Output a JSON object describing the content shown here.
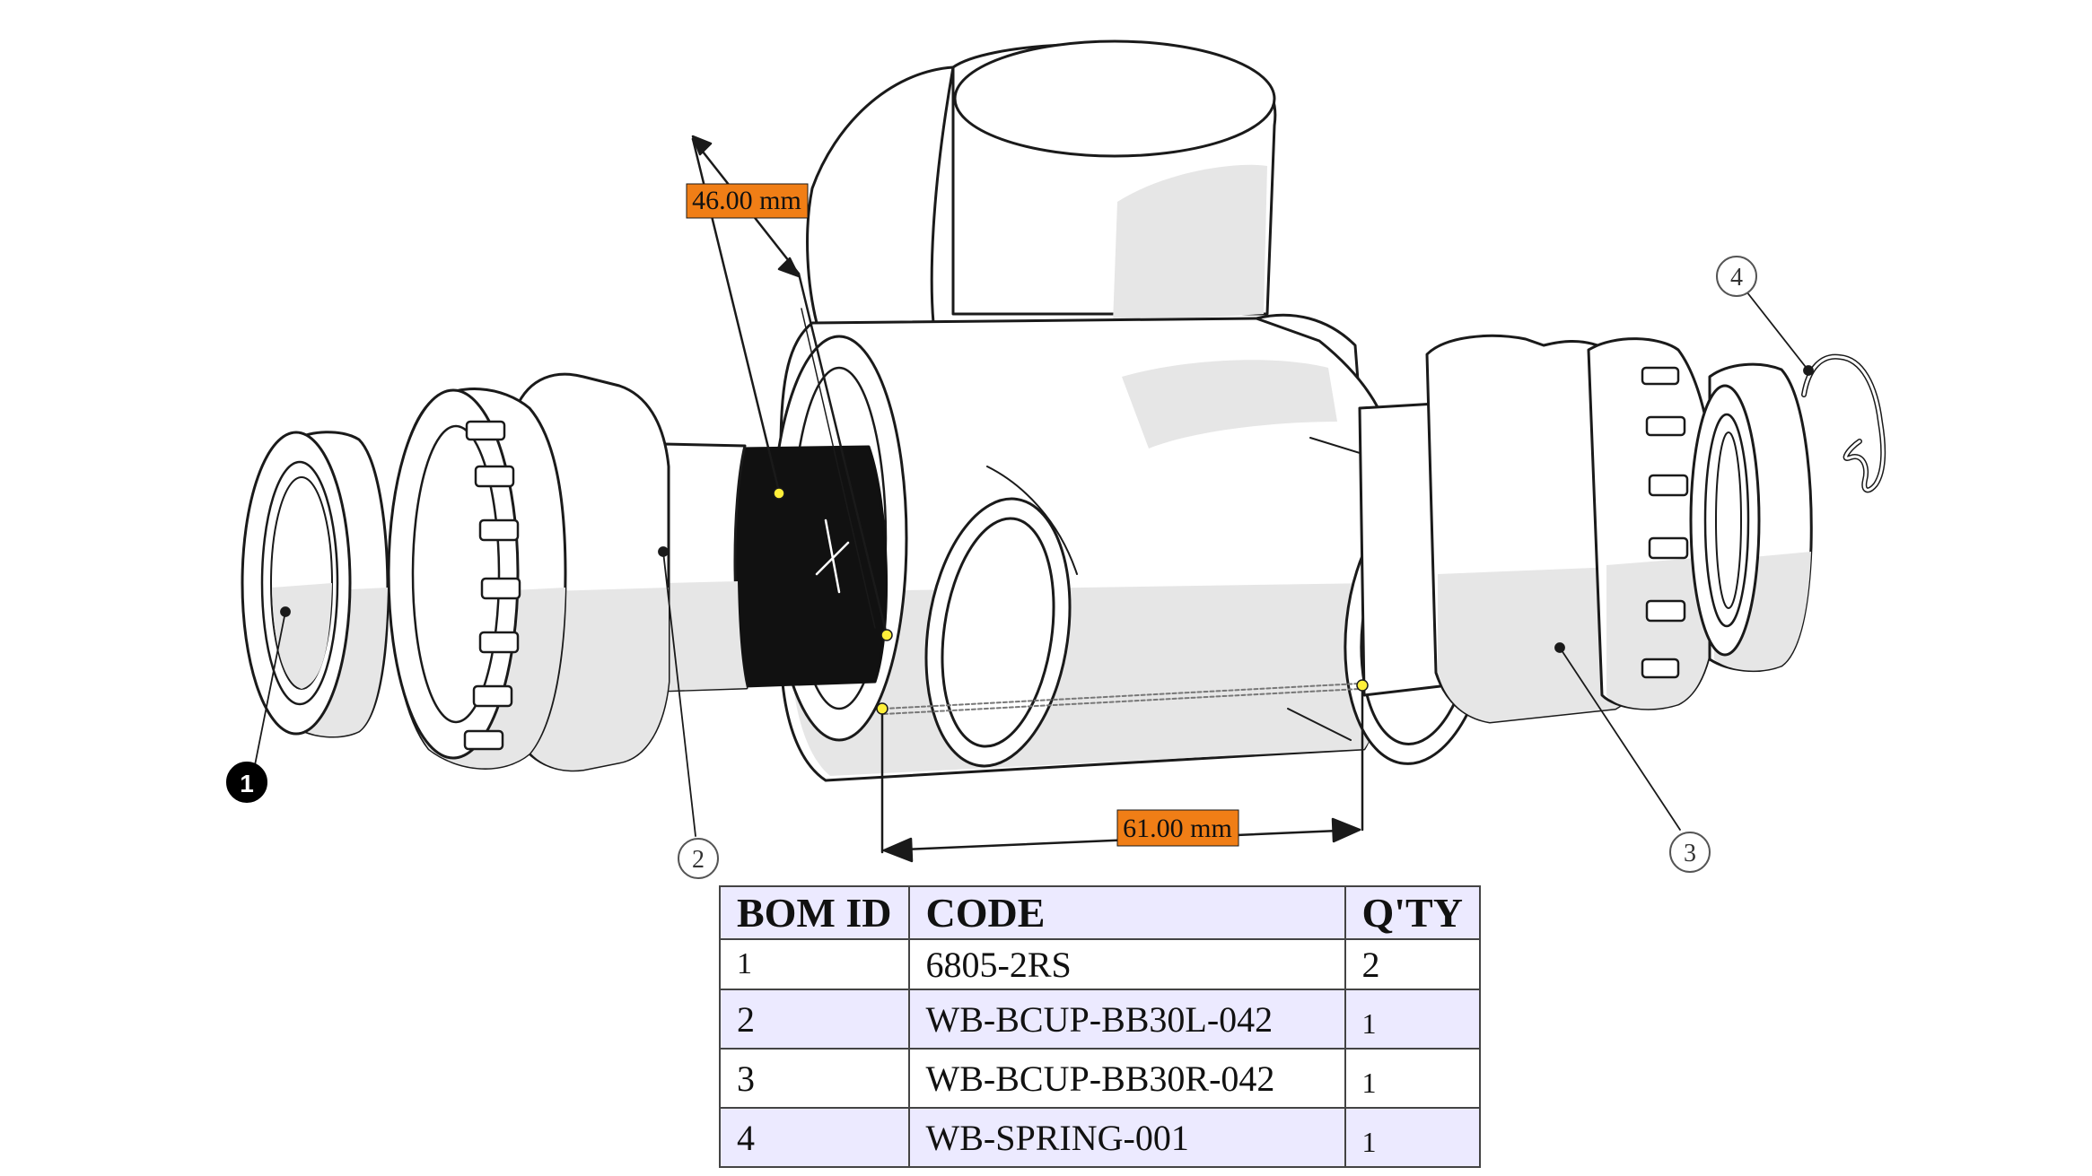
{
  "dimensions": [
    {
      "id": "dim-vertical",
      "text": "46.00 mm"
    },
    {
      "id": "dim-horizontal",
      "text": "61.00 mm"
    }
  ],
  "balloons": [
    {
      "id": "1",
      "label": "1",
      "highlighted": true
    },
    {
      "id": "2",
      "label": "2",
      "highlighted": false
    },
    {
      "id": "3",
      "label": "3",
      "highlighted": false
    },
    {
      "id": "4",
      "label": "4",
      "highlighted": false
    }
  ],
  "bom": {
    "headers": [
      "BOM ID",
      "CODE",
      "Q'TY"
    ],
    "rows": [
      {
        "id": "1",
        "code": "6805-2RS",
        "qty": "2"
      },
      {
        "id": "2",
        "code": "WB-BCUP-BB30L-042",
        "qty": "1"
      },
      {
        "id": "3",
        "code": "WB-BCUP-BB30R-042",
        "qty": "1"
      },
      {
        "id": "4",
        "code": "WB-SPRING-001",
        "qty": "1"
      }
    ]
  },
  "colors": {
    "dimension_label_bg": "#f07e16",
    "bom_alt_row_bg": "#eceaff",
    "outline": "#1a1a1a",
    "shade": "#e6e6e6",
    "threads": "#111111",
    "pick_point": "#ffef3a"
  }
}
